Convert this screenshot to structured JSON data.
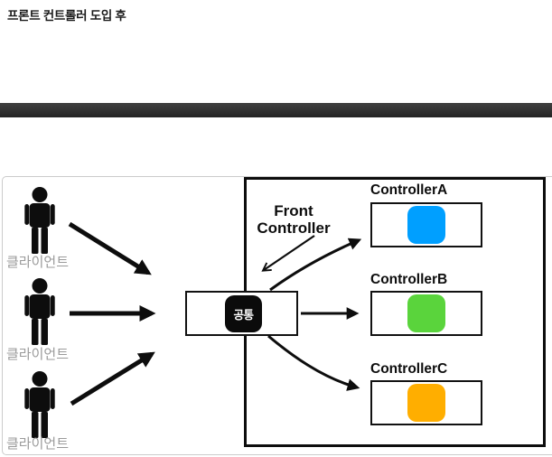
{
  "page": {
    "title": "프론트 컨트롤러 도입 후"
  },
  "diagram": {
    "front_controller": {
      "line1": "Front",
      "line2": "Controller"
    },
    "common_box": {
      "label": "공통"
    },
    "clients": [
      {
        "label": "클라이언트"
      },
      {
        "label": "클라이언트"
      },
      {
        "label": "클라이언트"
      }
    ],
    "controllers": [
      {
        "name": "ControllerA",
        "color": "#009FFF"
      },
      {
        "name": "ControllerB",
        "color": "#5AD43C"
      },
      {
        "name": "ControllerC",
        "color": "#FFAE00"
      }
    ],
    "accent_colors": {
      "icon_black": "#0d0d0d",
      "client_label_gray": "#9b9b9b",
      "divider_dark": "#2e2e2e"
    }
  }
}
